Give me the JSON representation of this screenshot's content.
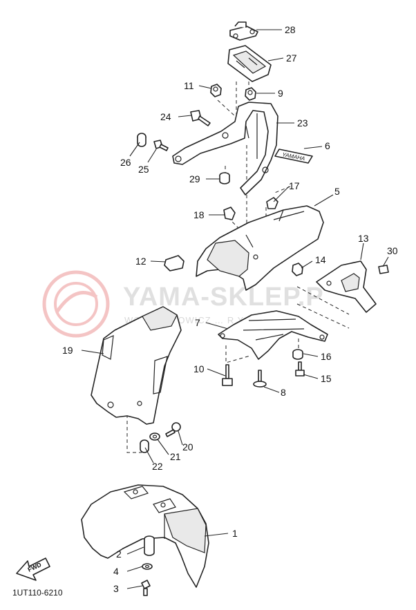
{
  "watermark": {
    "brand": "YAMA-SKLEP.P",
    "subtitle": "WOJCIECHOWICZ … R YAMAHA"
  },
  "diagram_code": "1UT110-6210",
  "fwd_label": "FWD",
  "decal_text": "YAMAHA",
  "callouts": {
    "c1": "1",
    "c2": "2",
    "c3": "3",
    "c4": "4",
    "c5": "5",
    "c6": "6",
    "c7": "7",
    "c8": "8",
    "c9": "9",
    "c10": "10",
    "c11": "11",
    "c12": "12",
    "c13": "13",
    "c14": "14",
    "c15": "15",
    "c16": "16",
    "c17": "17",
    "c18": "18",
    "c19": "19",
    "c20": "20",
    "c21": "21",
    "c22": "22",
    "c23": "23",
    "c24": "24",
    "c25": "25",
    "c26": "26",
    "c27": "27",
    "c28": "28",
    "c29": "29",
    "c30": "30"
  }
}
